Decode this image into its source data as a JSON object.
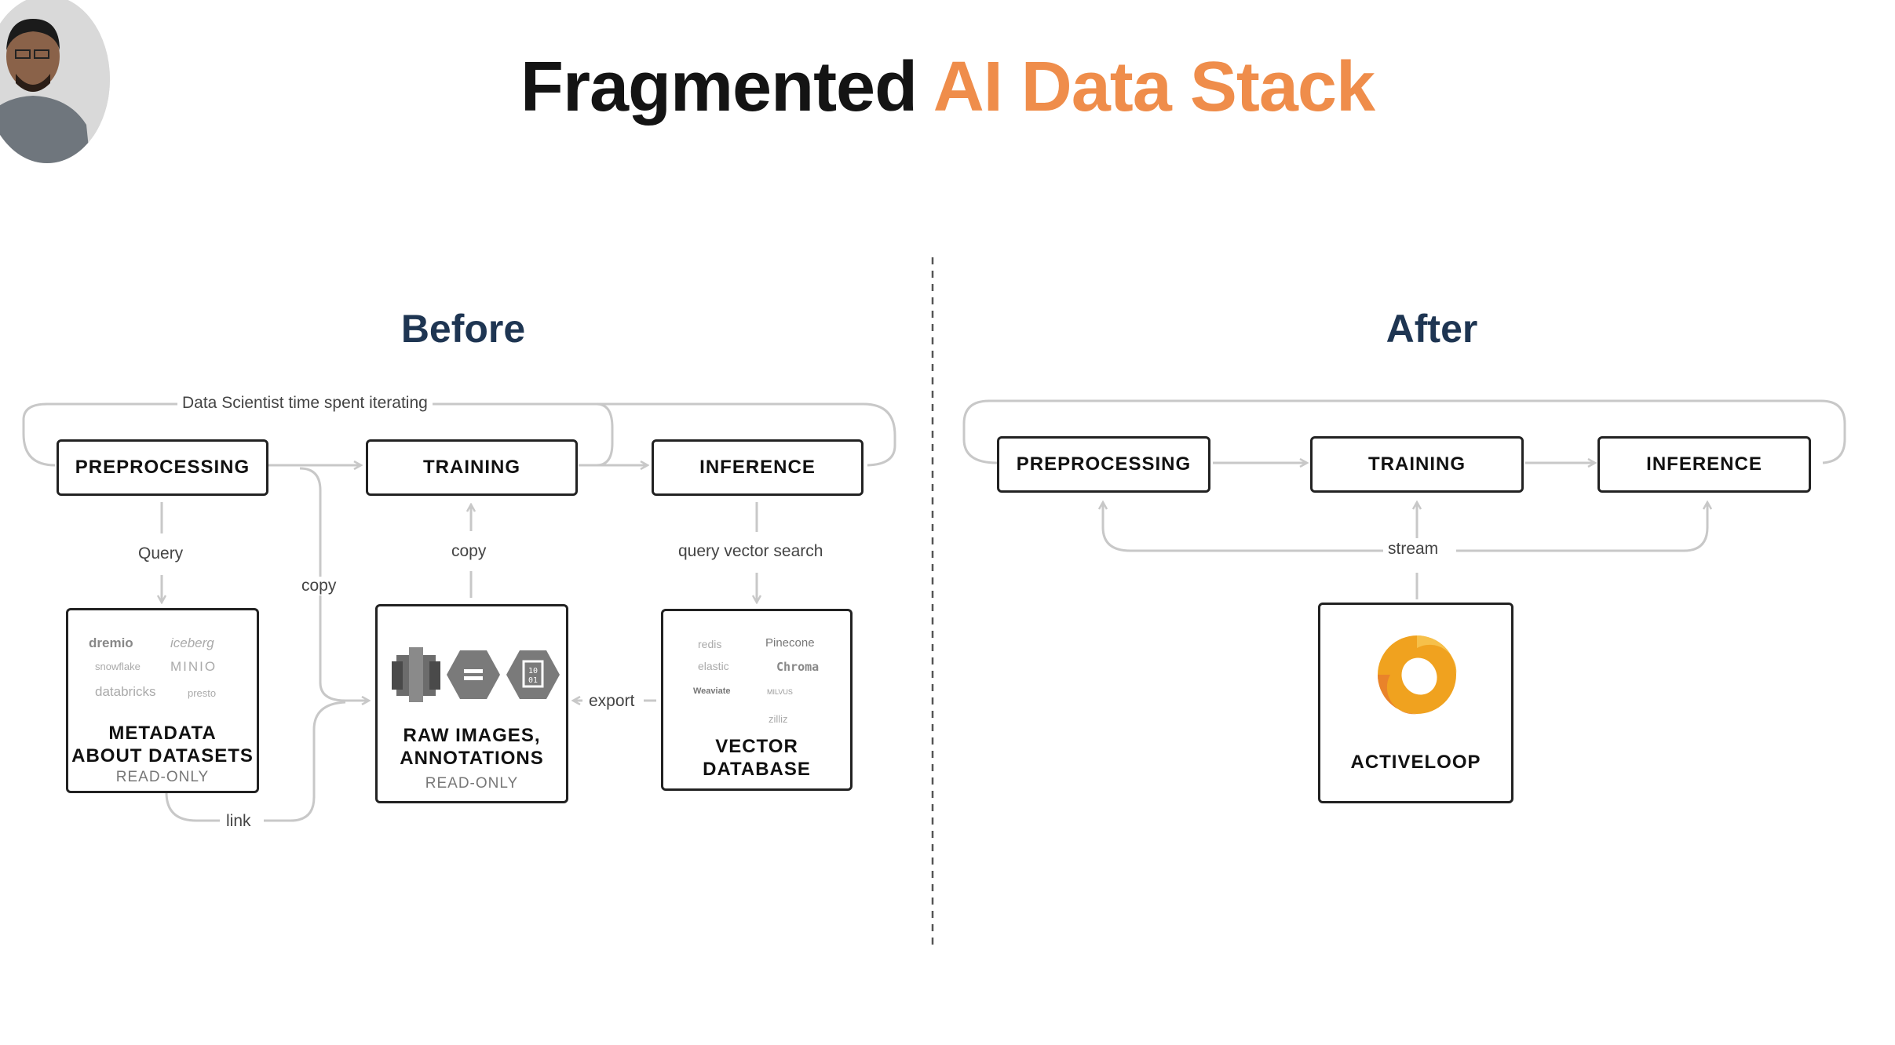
{
  "title": {
    "part1": "Fragmented",
    "part2": "AI Data Stack"
  },
  "colors": {
    "accent": "#ef8d4b",
    "heading": "#1e3552",
    "line": "#c8c8c8"
  },
  "before": {
    "heading": "Before",
    "loop_label": "Data Scientist time spent iterating",
    "nodes": {
      "preprocessing": "PREPROCESSING",
      "training": "TRAINING",
      "inference": "INFERENCE"
    },
    "edge_labels": {
      "query": "Query",
      "copy_left": "copy",
      "copy_mid": "copy",
      "query_vector": "query vector search",
      "export": "export",
      "link": "link"
    },
    "stores": {
      "metadata": {
        "line1": "METADATA",
        "line2": "ABOUT DATASETS",
        "sub": "READ-ONLY",
        "logos": [
          "dremio",
          "iceberg",
          "snowflake",
          "MINIO",
          "databricks",
          "presto"
        ]
      },
      "raw": {
        "line1": "RAW IMAGES,",
        "line2": "ANNOTATIONS",
        "sub": "READ-ONLY",
        "icons": [
          "s3-bucket-icon",
          "storage-equals-icon",
          "binary-file-icon"
        ]
      },
      "vector": {
        "line1": "VECTOR",
        "line2": "DATABASE",
        "logos": [
          "redis",
          "Pinecone",
          "elastic",
          "Chroma",
          "Weaviate",
          "MILVUS",
          "zilliz"
        ]
      }
    }
  },
  "after": {
    "heading": "After",
    "nodes": {
      "preprocessing": "PREPROCESSING",
      "training": "TRAINING",
      "inference": "INFERENCE"
    },
    "stream_label": "stream",
    "store": {
      "label": "ACTIVELOOP",
      "icon": "activeloop-logo-icon"
    }
  },
  "presenter": {
    "icon": "presenter-avatar-icon"
  }
}
